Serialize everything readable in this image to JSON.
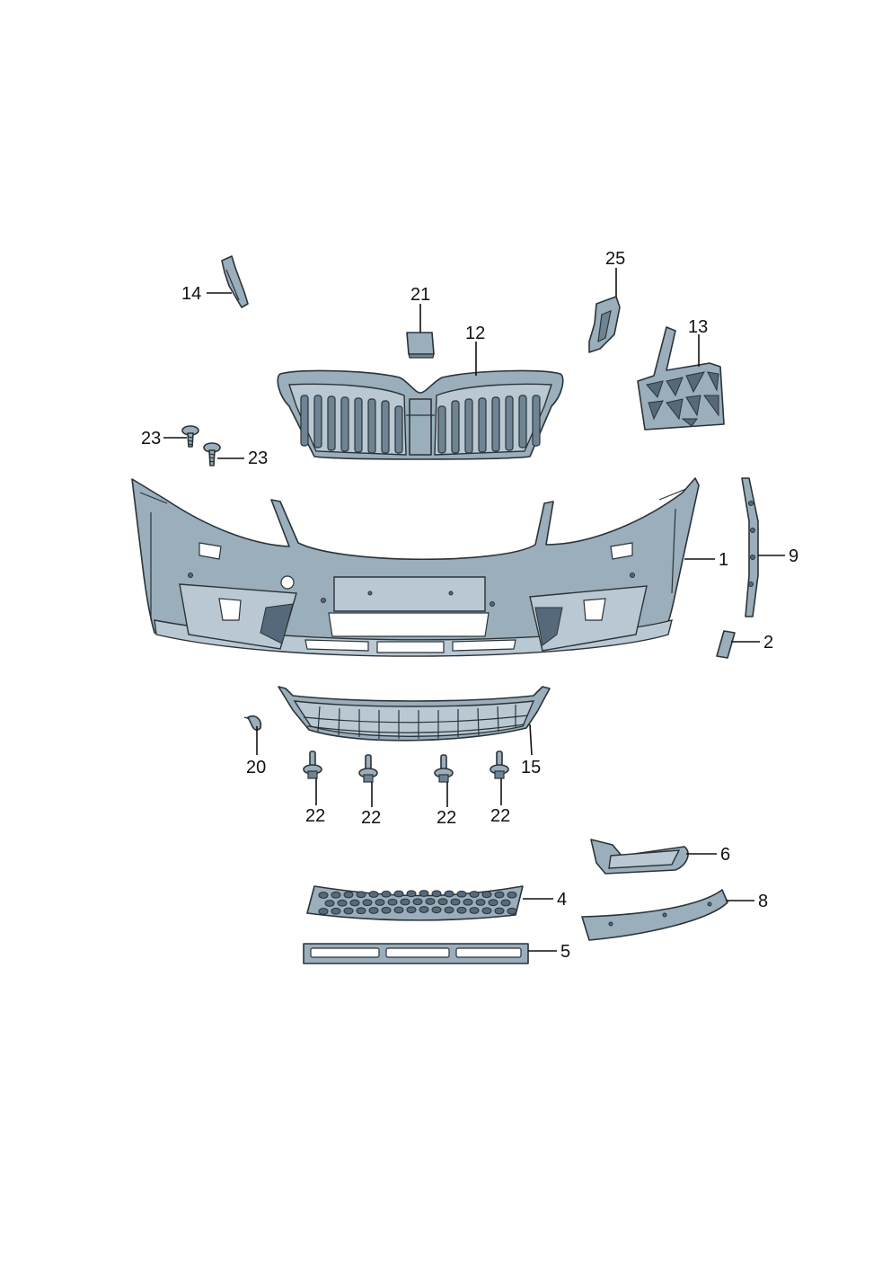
{
  "callouts": {
    "c1": "1",
    "c2": "2",
    "c4": "4",
    "c5": "5",
    "c6": "6",
    "c8": "8",
    "c9": "9",
    "c12": "12",
    "c13": "13",
    "c14": "14",
    "c15": "15",
    "c20": "20",
    "c21": "21",
    "c22a": "22",
    "c22b": "22",
    "c22c": "22",
    "c22d": "22",
    "c23a": "23",
    "c23b": "23",
    "c25": "25"
  },
  "colors": {
    "part_fill": "#9aaebb",
    "part_outline": "#2b3338",
    "label": "#111111",
    "background": "#ffffff"
  }
}
